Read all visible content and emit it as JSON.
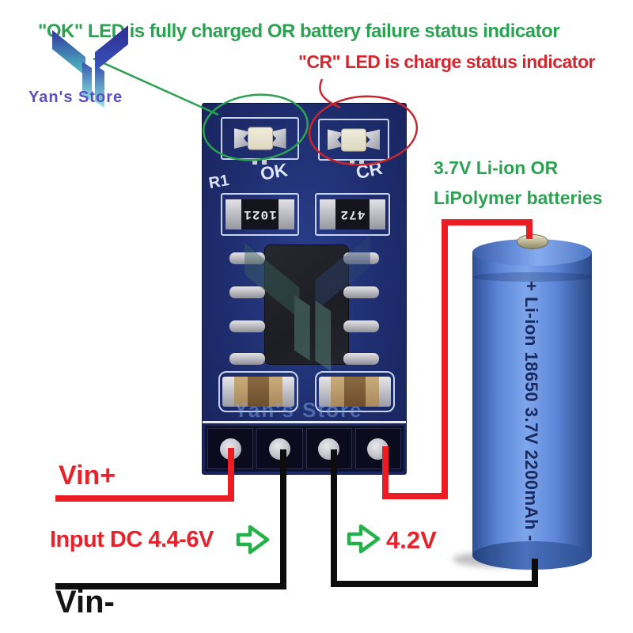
{
  "brand": {
    "store_name": "Yan's Store"
  },
  "callouts": {
    "ok_led_text": "\"OK\" LED is fully charged OR battery failure status indicator",
    "cr_led_text": "\"CR\" LED is charge status indicator",
    "battery_note_line1": "3.7V Li-ion OR",
    "battery_note_line2": "LiPolymer batteries",
    "vin_plus_label": "Vin+",
    "input_label": "Input DC 4.4-6V",
    "output_label": "4.2V",
    "vin_minus_label": "Vin-"
  },
  "pcb": {
    "ref_r1": "R1",
    "led_ok_label": "OK",
    "led_cr_label": "CR",
    "resistor_r1_code": "1021",
    "resistor_r2_code": "472",
    "watermark_text": "Yan's Store"
  },
  "battery": {
    "print": "+ Li-ion 18650 3.7V 2200mAh -"
  },
  "colors": {
    "annotation_green": "#2ca152",
    "annotation_red": "#d4262e",
    "wire_red": "#ec1c24",
    "wire_black": "#0d0d0d",
    "pcb_blue": "#1e2d6e",
    "battery_blue": "#5d86d8",
    "arrow_green": "#25b14a"
  }
}
